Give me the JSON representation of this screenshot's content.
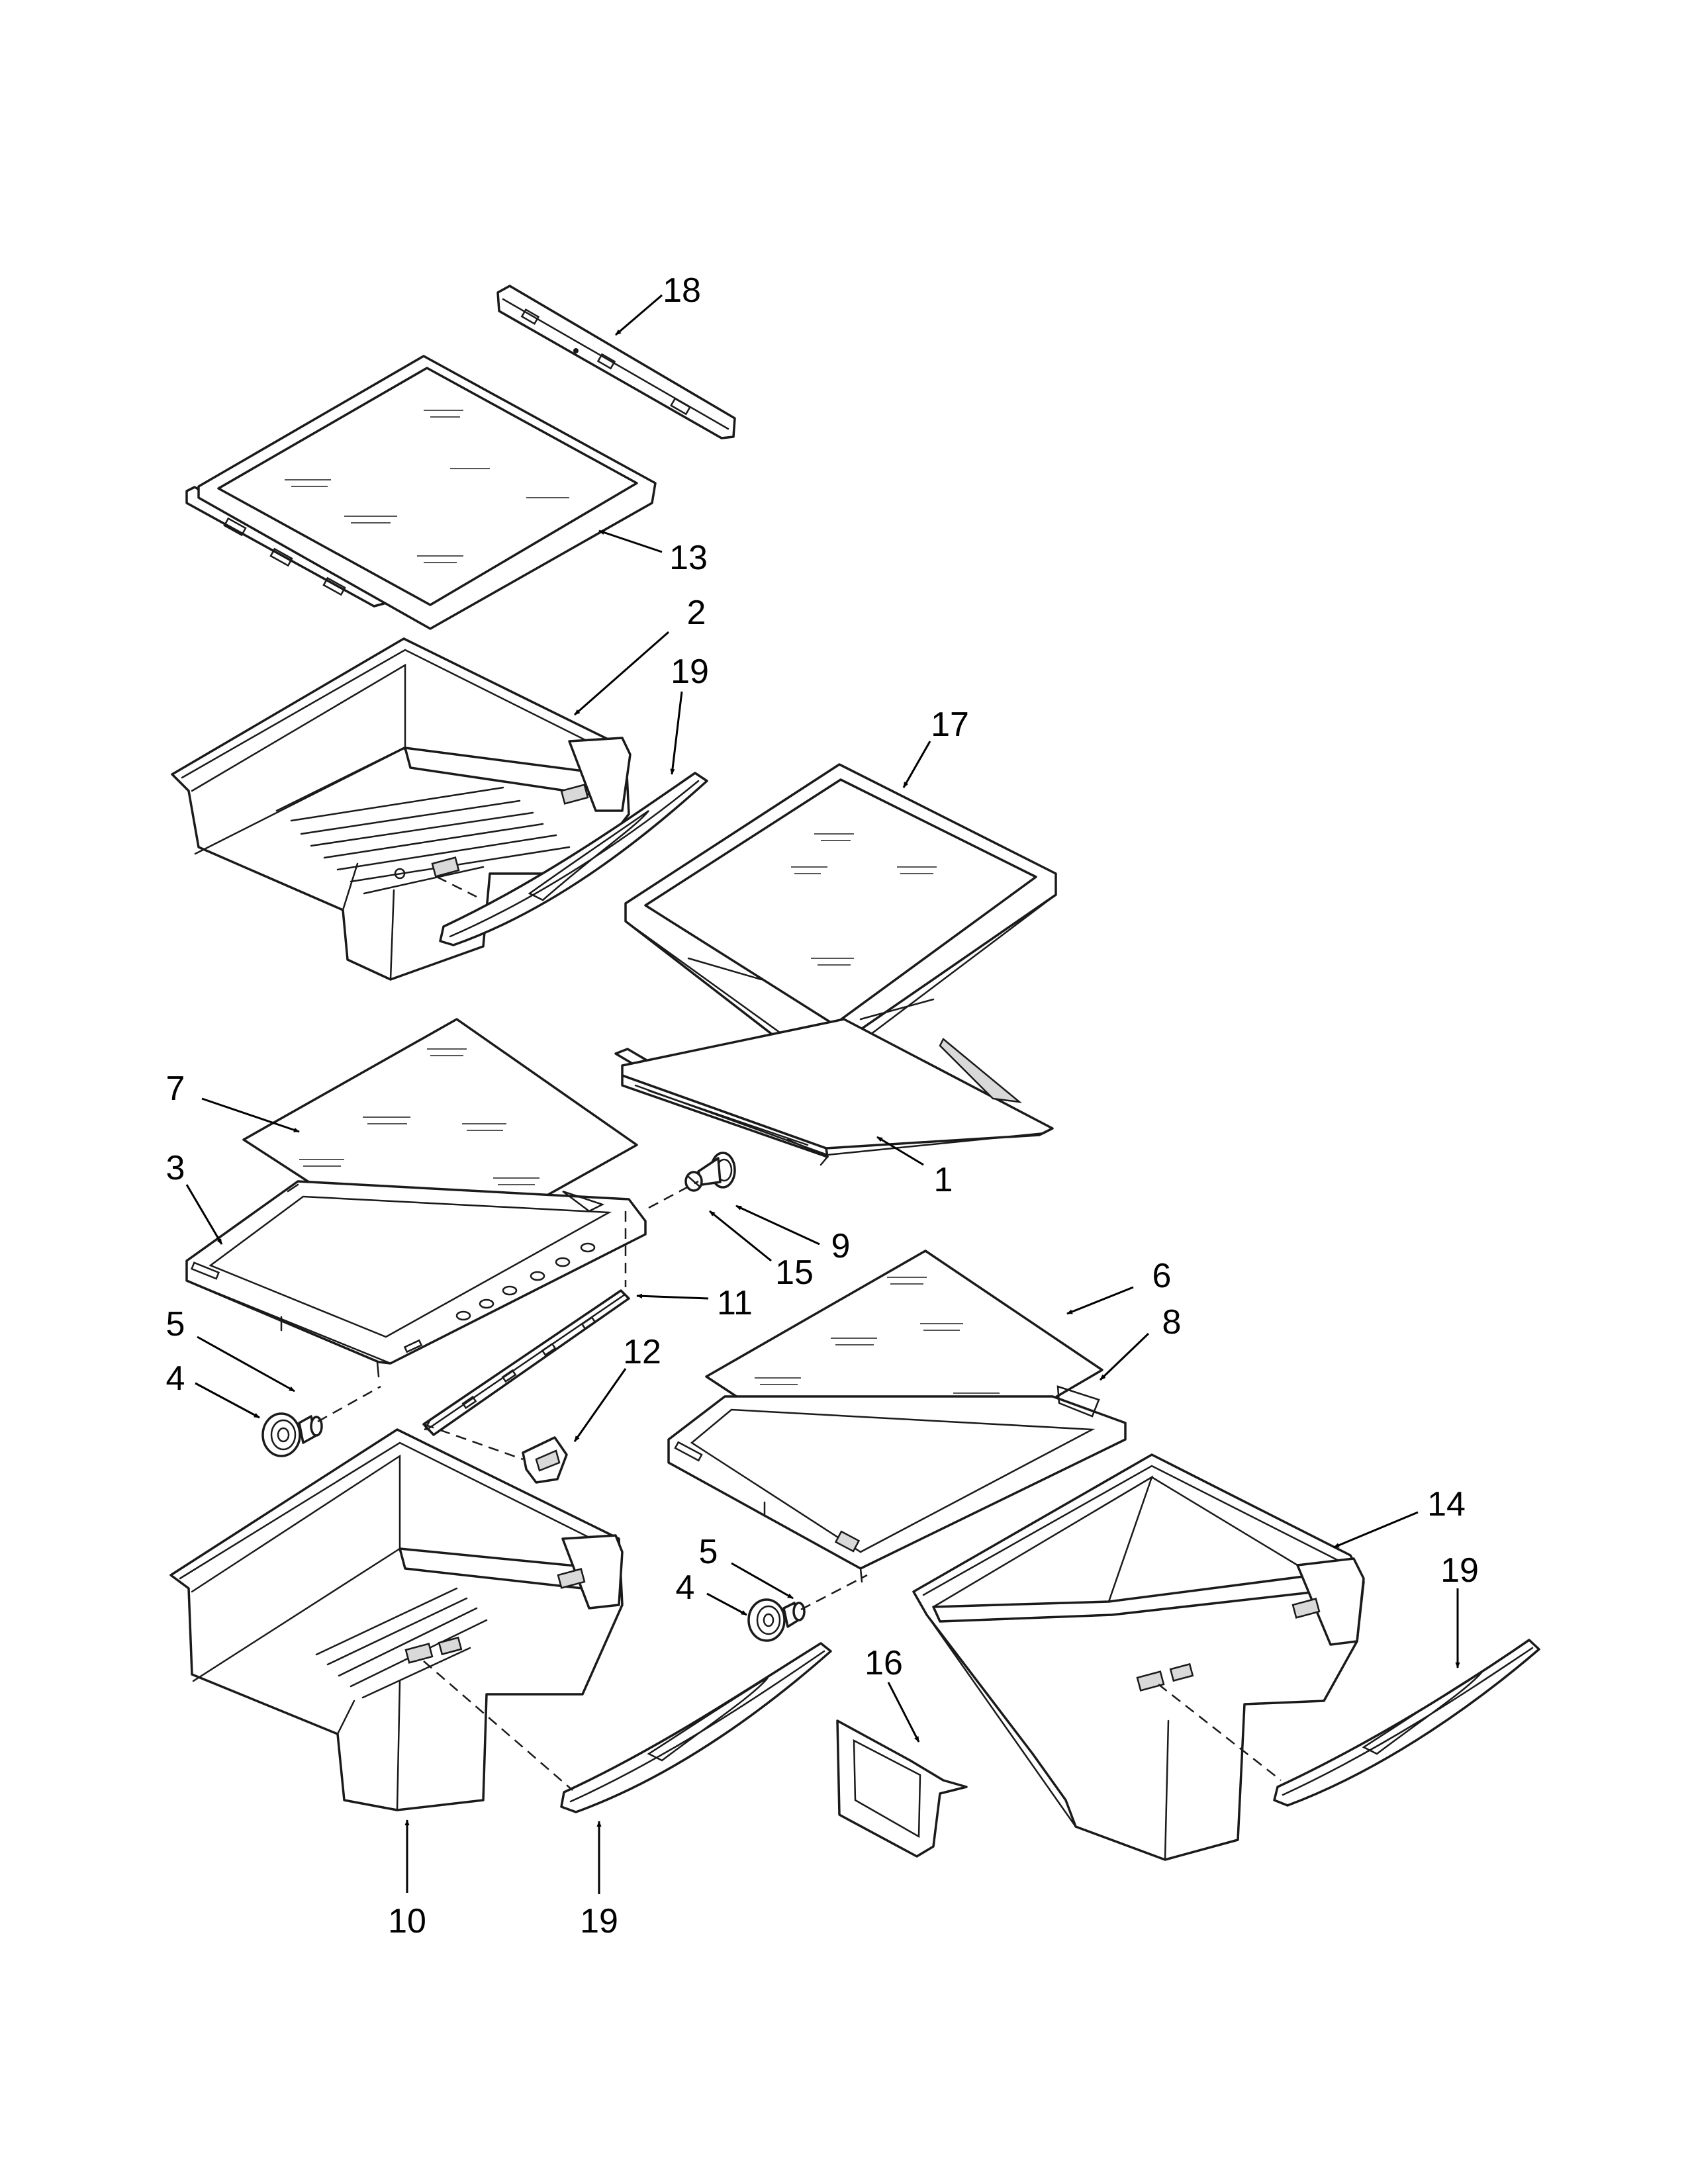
{
  "callouts": [
    {
      "id": "c18",
      "label": "18"
    },
    {
      "id": "c13",
      "label": "13"
    },
    {
      "id": "c2",
      "label": "2"
    },
    {
      "id": "c19a",
      "label": "19"
    },
    {
      "id": "c17",
      "label": "17"
    },
    {
      "id": "c7",
      "label": "7"
    },
    {
      "id": "c3",
      "label": "3"
    },
    {
      "id": "c1",
      "label": "1"
    },
    {
      "id": "c9",
      "label": "9"
    },
    {
      "id": "c15",
      "label": "15"
    },
    {
      "id": "c11",
      "label": "11"
    },
    {
      "id": "c6",
      "label": "6"
    },
    {
      "id": "c8",
      "label": "8"
    },
    {
      "id": "c5a",
      "label": "5"
    },
    {
      "id": "c4a",
      "label": "4"
    },
    {
      "id": "c12",
      "label": "12"
    },
    {
      "id": "c14",
      "label": "14"
    },
    {
      "id": "c19b",
      "label": "19"
    },
    {
      "id": "c5b",
      "label": "5"
    },
    {
      "id": "c4b",
      "label": "4"
    },
    {
      "id": "c16",
      "label": "16"
    },
    {
      "id": "c10",
      "label": "10"
    },
    {
      "id": "c19c",
      "label": "19"
    }
  ]
}
